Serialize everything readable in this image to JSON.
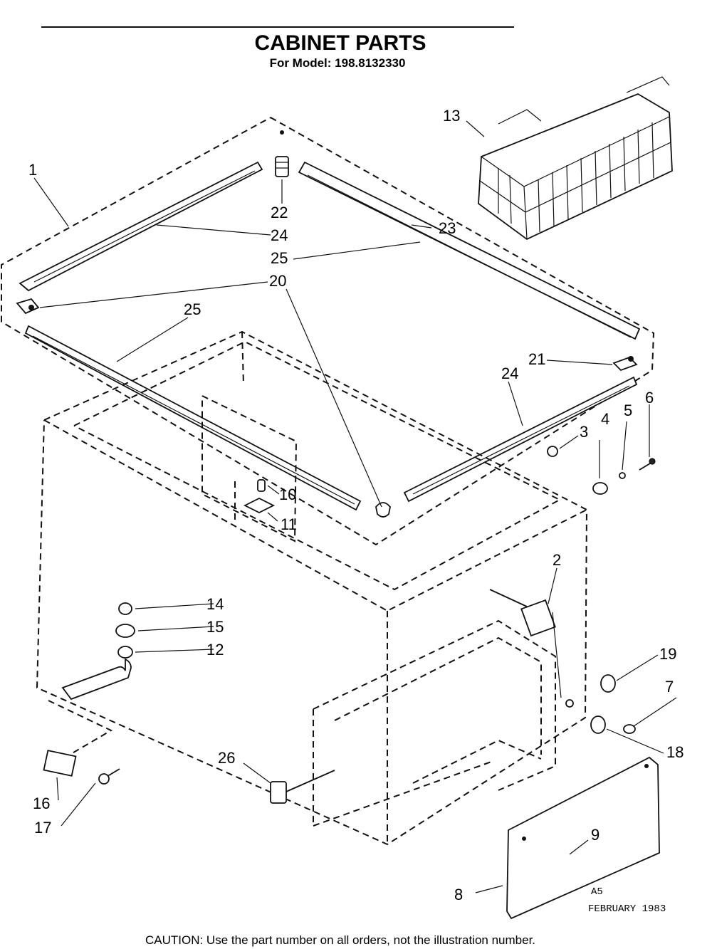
{
  "header": {
    "title": "CABINET PARTS",
    "model": "For Model: 198.8132330"
  },
  "callouts": [
    {
      "id": "1",
      "label": "1"
    },
    {
      "id": "2",
      "label": "2"
    },
    {
      "id": "3",
      "label": "3"
    },
    {
      "id": "4",
      "label": "4"
    },
    {
      "id": "5",
      "label": "5"
    },
    {
      "id": "6",
      "label": "6"
    },
    {
      "id": "7",
      "label": "7"
    },
    {
      "id": "8",
      "label": "8"
    },
    {
      "id": "9",
      "label": "9"
    },
    {
      "id": "10",
      "label": "10"
    },
    {
      "id": "11",
      "label": "11"
    },
    {
      "id": "12",
      "label": "12"
    },
    {
      "id": "13",
      "label": "13"
    },
    {
      "id": "14",
      "label": "14"
    },
    {
      "id": "15",
      "label": "15"
    },
    {
      "id": "16",
      "label": "16"
    },
    {
      "id": "17",
      "label": "17"
    },
    {
      "id": "18",
      "label": "18"
    },
    {
      "id": "19",
      "label": "19"
    },
    {
      "id": "20",
      "label": "20"
    },
    {
      "id": "21",
      "label": "21"
    },
    {
      "id": "22",
      "label": "22"
    },
    {
      "id": "23",
      "label": "23"
    },
    {
      "id": "24a",
      "label": "24"
    },
    {
      "id": "24b",
      "label": "24"
    },
    {
      "id": "25a",
      "label": "25"
    },
    {
      "id": "25b",
      "label": "25"
    },
    {
      "id": "26",
      "label": "26"
    }
  ],
  "stamp": {
    "code": "A5",
    "date": "FEBRUARY 1983"
  },
  "footer": {
    "caution": "CAUTION: Use the part number on all orders, not the illustration number."
  }
}
